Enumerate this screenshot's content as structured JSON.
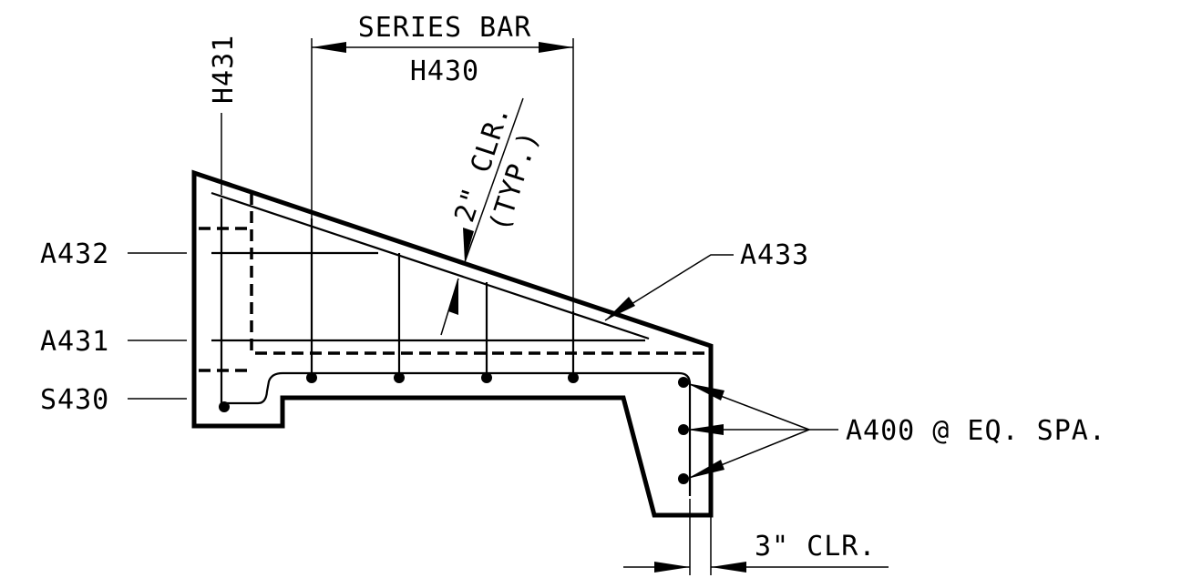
{
  "labels": {
    "series_bar": "SERIES BAR",
    "h430": "H430",
    "h431": "H431",
    "clear_2in": "2\" CLR.",
    "typical": "(TYP.)",
    "a433": "A433",
    "a432": "A432",
    "a431": "A431",
    "s430": "S430",
    "a400": "A400 @ EQ. SPA.",
    "clear_3in": "3\" CLR."
  }
}
